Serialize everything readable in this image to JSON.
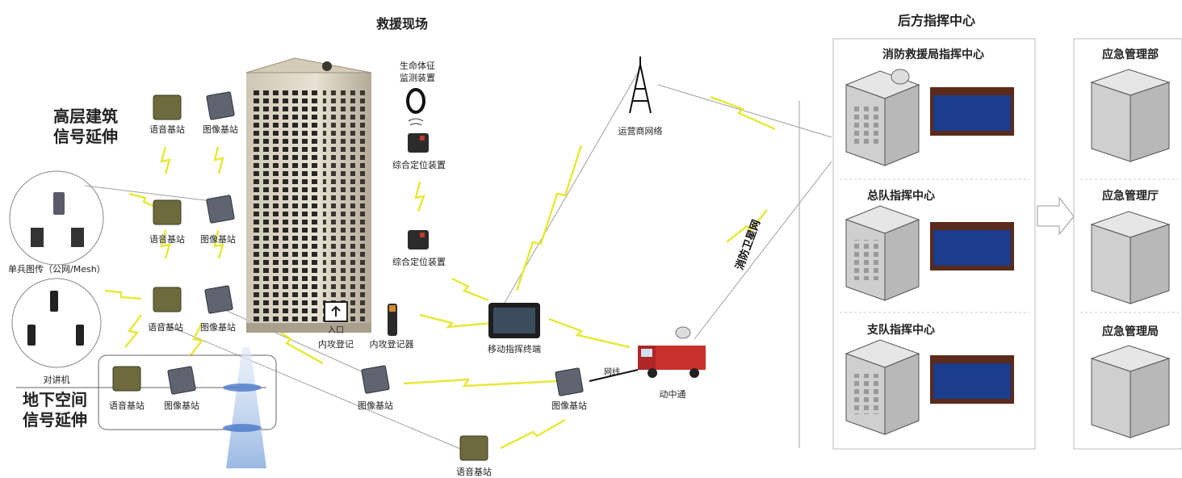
{
  "headers": {
    "scene": "救援现场",
    "command": "后方指挥中心"
  },
  "side_titles": {
    "highrise_1": "高层建筑",
    "highrise_2": "信号延伸",
    "underground_1": "地下空间",
    "underground_2": "信号延伸"
  },
  "labels": {
    "voice_base": "语音基站",
    "image_base": "图像基站",
    "individual": "单兵图传（公网/Mesh）",
    "walkie": "对讲机",
    "vital_1": "生命体征",
    "vital_2": "监测装置",
    "locator": "综合定位装置",
    "entry_mark": "入口",
    "entry_reg": "内攻登记",
    "entry_device": "内攻登记器",
    "mobile_terminal": "移动指挥终端",
    "carrier": "运营商网络",
    "satellite": "消防卫星网",
    "wired": "网线",
    "vehicle": "动中通"
  },
  "centers": {
    "fire_bureau": "消防救援局指挥中心",
    "corps": "总队指挥中心",
    "detachment": "支队指挥中心"
  },
  "emergency": {
    "ministry": "应急管理部",
    "department": "应急管理厅",
    "bureau": "应急管理局"
  },
  "colors": {
    "link": "#e8e83a",
    "line": "#9a9a9a",
    "panel_border": "#bbbbbb",
    "screen": "#1b3d8c"
  }
}
